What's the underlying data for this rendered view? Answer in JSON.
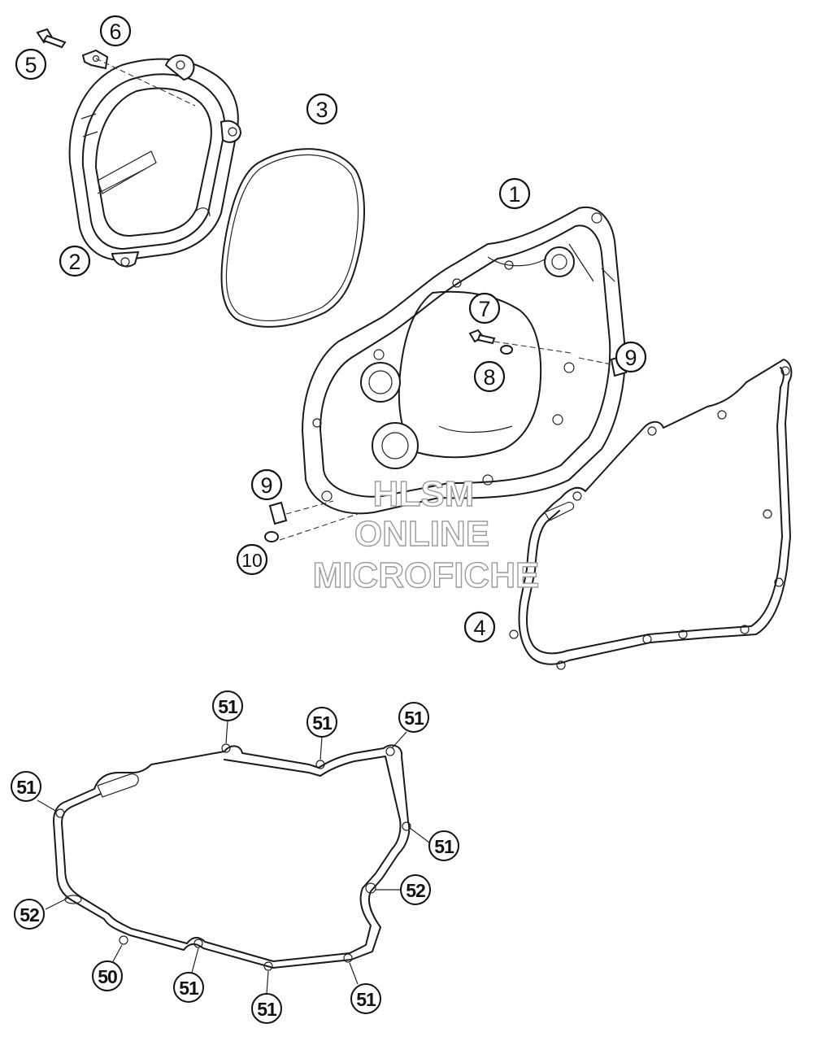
{
  "watermark": {
    "line1": "HLSM",
    "line2": "ONLINE",
    "line3": "MICROFICHE"
  },
  "callouts": {
    "c1": "1",
    "c2": "2",
    "c3": "3",
    "c4": "4",
    "c5": "5",
    "c6": "6",
    "c7": "7",
    "c8": "8",
    "c9a": "9",
    "c9b": "9",
    "c10": "10"
  },
  "detail_callouts": {
    "d51_a": "51",
    "d51_b": "51",
    "d51_c": "51",
    "d51_d": "51",
    "d51_e": "51",
    "d52_a": "52",
    "d52_b": "52",
    "d50": "50",
    "d51_f": "51",
    "d51_g": "51",
    "d51_h": "51"
  },
  "colors": {
    "line": "#1a1a1a",
    "watermark_stroke": "#9a9a9a",
    "background": "#ffffff"
  }
}
